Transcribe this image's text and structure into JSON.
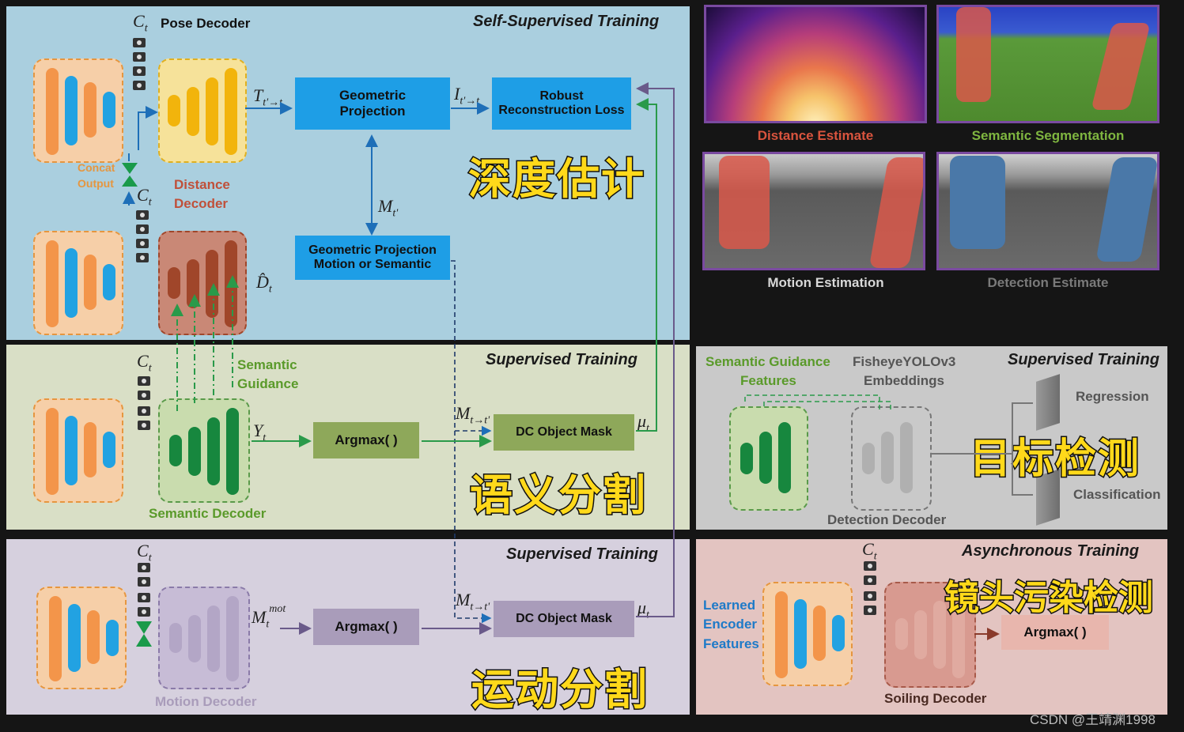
{
  "self_supervised": {
    "title": "Self-Supervised Training",
    "pose_decoder": "Pose Decoder",
    "ct_top": "C",
    "ct_sub": "t",
    "concat": "Concat",
    "output": "Output",
    "distance": "Distance",
    "decoder": "Decoder",
    "transform": "T",
    "transform_sub": "t'→t",
    "geo_proj_1": "Geometric",
    "geo_proj_2": "Projection",
    "i_label": "I",
    "i_sub": "t'→t",
    "robust_1": "Robust",
    "robust_2": "Reconstruction Loss",
    "m_label": "M",
    "m_sub": "t'",
    "geo_ms_1": "Geometric Projection",
    "geo_ms_2": "Motion or Semantic",
    "d_hat": "D̂",
    "d_sub": "t",
    "cn_label": "深度估计"
  },
  "semantic": {
    "title": "Supervised Training",
    "guidance_1": "Semantic",
    "guidance_2": "Guidance",
    "y_label": "Y",
    "y_sub": "t",
    "argmax": "Argmax( )",
    "m_label": "M",
    "m_sub": "t→t'",
    "dc_mask": "DC Object Mask",
    "mu": "μ",
    "mu_sub": "t",
    "decoder": "Semantic Decoder",
    "cn_label": "语义分割"
  },
  "motion": {
    "title": "Supervised Training",
    "m_label": "M",
    "m_sub": "t",
    "m_sup": "mot",
    "argmax": "Argmax( )",
    "mt_label": "M",
    "mt_sub": "t→t'",
    "dc_mask": "DC Object Mask",
    "mu": "μ",
    "mu_sub": "t",
    "decoder": "Motion Decoder",
    "cn_label": "运动分割"
  },
  "detection": {
    "title": "Supervised Training",
    "sgf_1": "Semantic Guidance",
    "sgf_2": "Features",
    "yolo_1": "FisheyeYOLOv3",
    "yolo_2": "Embeddings",
    "regression": "Regression",
    "classification": "Classification",
    "decoder": "Detection Decoder",
    "cn_label": "目标检测"
  },
  "soiling": {
    "title": "Asynchronous Training",
    "learned_1": "Learned",
    "learned_2": "Encoder",
    "learned_3": "Features",
    "argmax": "Argmax( )",
    "decoder": "Soiling Decoder",
    "cn_label": "镜头污染检测"
  },
  "images": {
    "distance": "Distance Estimate",
    "semantic": "Semantic Segmentation",
    "motion": "Motion Estimation",
    "detection": "Detection Estimate"
  },
  "watermark": "CSDN @王靖渊1998",
  "colors": {
    "blue_panel": "#aacfdf",
    "green_panel": "#d9dfc6",
    "purple_panel": "#d6d0de",
    "gray_panel": "#c9c9c9",
    "pink_panel": "#e3c4c1",
    "box_blue": "#1e9ee6",
    "box_green": "#8ea85a",
    "box_purple": "#a99cba",
    "encoder_orange": "#f3954a",
    "encoder_blue": "#22a2e2",
    "yellow_decoder": "#f2b40c",
    "brown_decoder": "#a0462a",
    "green_decoder": "#17873e",
    "label_yellow": "#ffd91a"
  }
}
